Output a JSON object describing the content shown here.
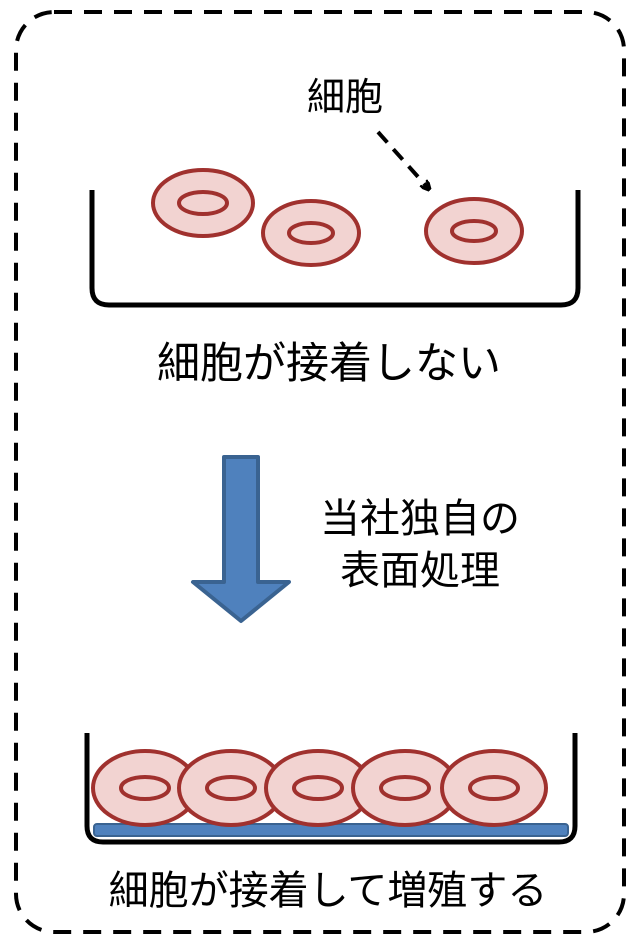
{
  "labels": {
    "cell": "細胞",
    "not_adhered": "細胞が接着しない",
    "process_line1": "当社独自の",
    "process_line2": "表面処理",
    "adhered": "細胞が接着して増殖する"
  },
  "colors": {
    "cell_fill": "#F2D3D1",
    "cell_stroke": "#A0312E",
    "arrow_fill": "#4F81BD",
    "arrow_stroke": "#3A6391",
    "treated_layer": "#4F81BD",
    "dish_line": "#000000",
    "frame_line": "#000000"
  }
}
